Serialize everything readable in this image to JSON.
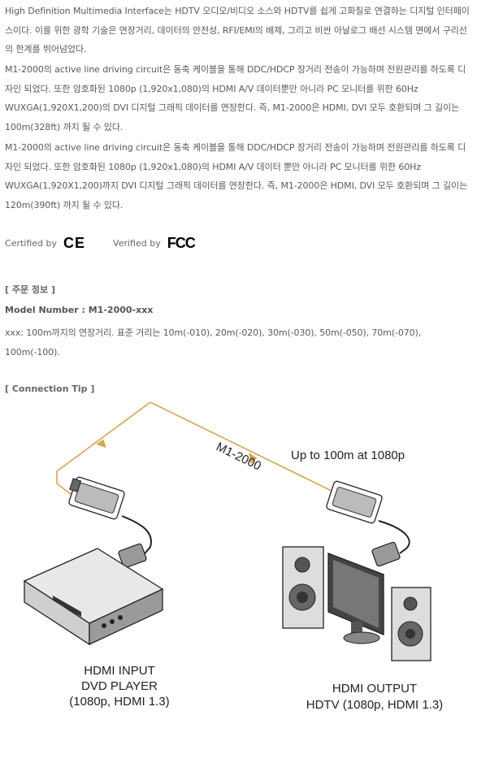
{
  "intro": {
    "paragraphs": [
      "High Definition Multimedia Interface는 HDTV 오디오/비디오 소스와 HDTV를 쉽게 고화질로 연결하는 디지털 인터페이스이다. 이를 위한 광학 기술은 연장거리, 데이터의 안전성, RFI/EMI의 배제, 그리고 비싼 아날로그 배선 시스템 면에서 구리선의 한계를 뛰어넘었다.",
      "M1-2000의 active line driving circuit은 동축 케이블을 통해 DDC/HDCP 장거리 전송이 가능하며 전원관리를 하도록 디자인 되었다. 또한 암호화된 1080p (1,920x1,080)의 HDMI A/V 데이터뿐만 아니라 PC 모니터를 위한 60Hz WUXGA(1,920X1,200)의 DVI 디지털 그래픽 데이터를 연장한다. 즉, M1-2000은 HDMI, DVI 모두 호환되며 그 길이는 100m(328ft) 까지 될 수 있다.",
      "M1-2000의 active line driving circuit은 동축 케이블을 통해 DDC/HDCP 장거리 전송이 가능하며 전원관리를 하도록 디자인 되었다. 또한 암호화된 1080p (1,920x1,080)의 HDMI A/V 데이터 뿐만 아니라 PC 모니터를 위한 60Hz WUXGA(1,920X1,200)까지 DVI 디지털 그래픽 데이터를 연장한다. 즉, M1-2000은 HDMI, DVI 모두 호환되며 그 길이는 120m(390ft) 까지 될 수 있다."
    ]
  },
  "certification": {
    "certified_label": "Certified by",
    "ce_mark": "CE",
    "verified_label": "Verified by",
    "fcc_mark": "FCC"
  },
  "order": {
    "title": "[ 주문 정보 ]",
    "model_number": "Model Number : M1-2000-xxx",
    "description": "xxx: 100m까지의 연장거리. 표준 거리는 10m(-010), 20m(-020), 30m(-030), 50m(-050), 70m(-070), 100m(-100)."
  },
  "connection": {
    "title": "[ Connection Tip ]",
    "diagram": {
      "cable_label": "M1-2000",
      "range_label": "Up to 100m at 1080p",
      "input_lines": [
        "HDMI INPUT",
        "DVD PLAYER",
        "(1080p, HDMI 1.3)"
      ],
      "output_lines": [
        "HDMI OUTPUT",
        "HDTV (1080p, HDMI 1.3)"
      ]
    }
  }
}
